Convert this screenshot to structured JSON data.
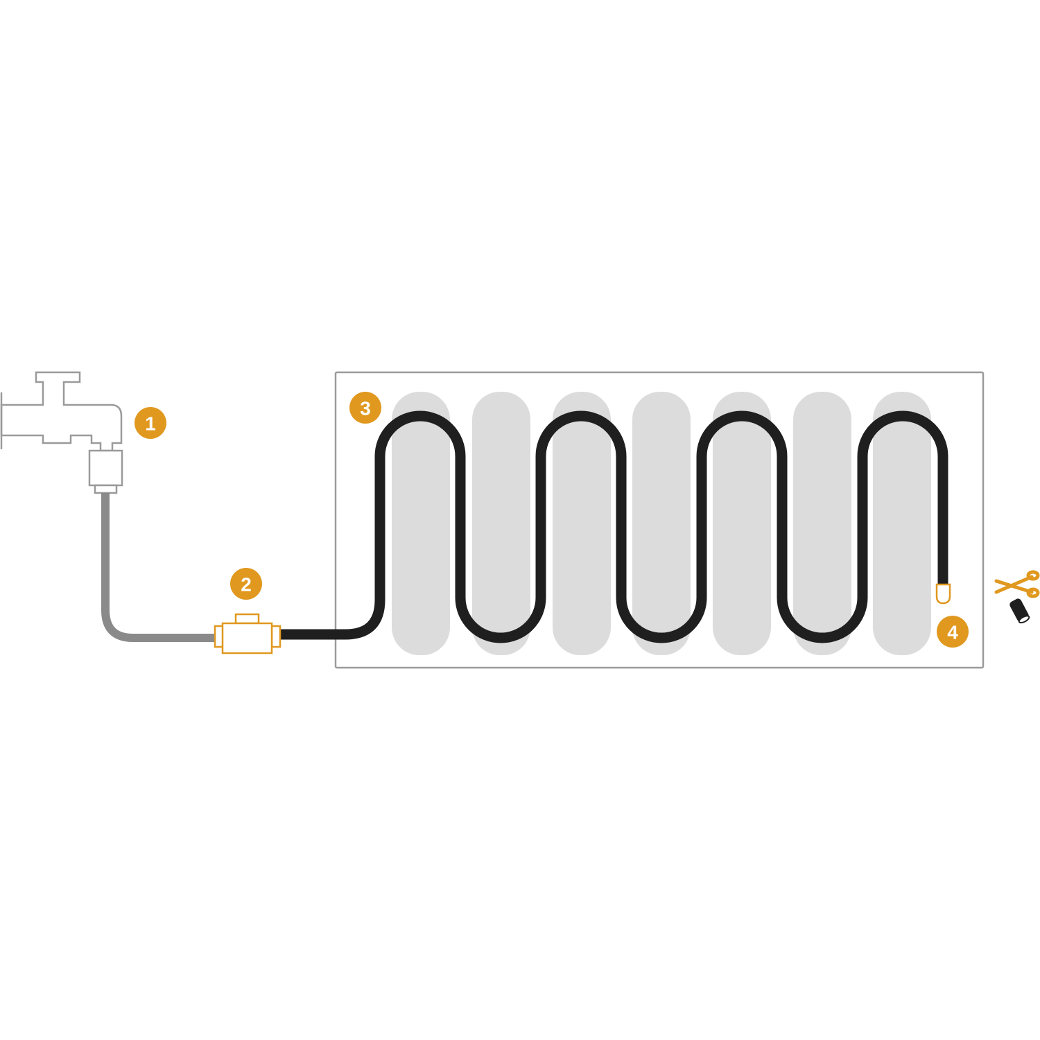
{
  "colors": {
    "accent": "#E0981F",
    "cable": "#1f1f1f",
    "hose": "#8a8a8a",
    "outline": "#9a9a9a",
    "radiator_fin": "#dcdcdc"
  },
  "badges": [
    {
      "label": "1",
      "target": "tap"
    },
    {
      "label": "2",
      "target": "connector"
    },
    {
      "label": "3",
      "target": "heating-cable-start"
    },
    {
      "label": "4",
      "target": "end-cap"
    }
  ],
  "icons": [
    "tap-icon",
    "connector-icon",
    "scissors-icon",
    "end-sleeve-icon"
  ]
}
